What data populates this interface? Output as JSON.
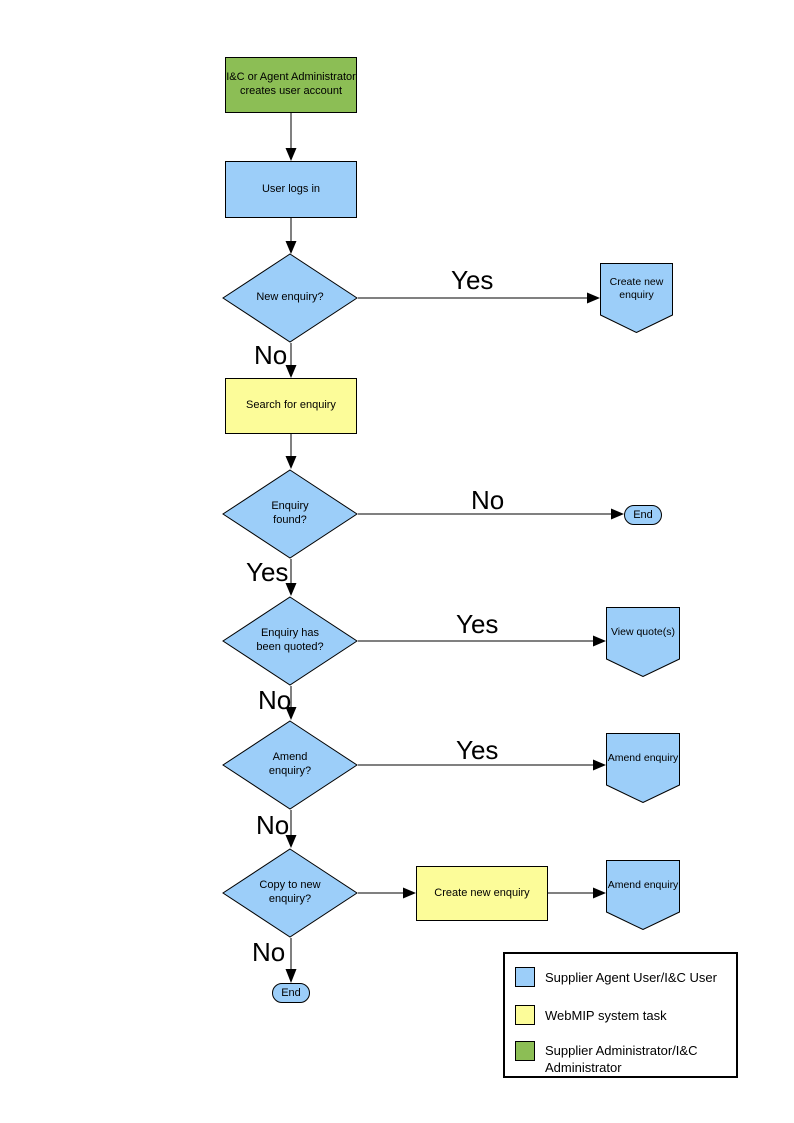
{
  "diagram": {
    "nodes": {
      "admin_box": "I&C or Agent Administrator\ncreates user account",
      "login_box": "User logs in",
      "new_enquiry_diamond": "New enquiry?",
      "create_new_enquiry_pentagon": "Create new\nenquiry",
      "search_box": "Search for enquiry",
      "enquiry_found_diamond": "Enquiry\nfound?",
      "end_right": "End",
      "quoted_diamond": "Enquiry has\nbeen quoted?",
      "view_quotes_pentagon": "View quote(s)",
      "amend_diamond": "Amend\nenquiry?",
      "amend_enquiry_pentagon_1": "Amend enquiry",
      "copy_diamond": "Copy to new\nenquiry?",
      "create_new_enquiry_box": "Create new enquiry",
      "amend_enquiry_pentagon_2": "Amend enquiry",
      "end_bottom": "End"
    },
    "edge_labels": {
      "new_enquiry_yes": "Yes",
      "new_enquiry_no": "No",
      "enquiry_found_no": "No",
      "enquiry_found_yes": "Yes",
      "quoted_yes": "Yes",
      "quoted_no": "No",
      "amend_yes": "Yes",
      "amend_no": "No",
      "copy_no": "No"
    },
    "colors": {
      "user_task_blue": "#9CCEF9",
      "system_task_yellow": "#FCFC99",
      "admin_task_green": "#8CBE55",
      "line_black": "#000000"
    },
    "legend": {
      "items": [
        {
          "color": "#9CCEF9",
          "label": "Supplier Agent User/I&C User"
        },
        {
          "color": "#FCFC99",
          "label": "WebMIP system task"
        },
        {
          "color": "#8CBE55",
          "label": "Supplier Administrator/I&C Administrator"
        }
      ]
    }
  }
}
